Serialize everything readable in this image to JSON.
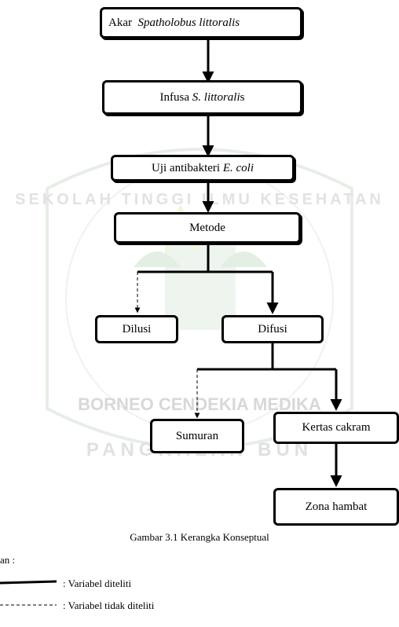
{
  "nodes": {
    "akar": {
      "prefix": "Akar  ",
      "italic": "Spatholobus littoralis"
    },
    "infusa": {
      "prefix": "Infusa ",
      "italic": "S. littorali",
      "suffix": "s"
    },
    "uji": {
      "prefix": "Uji antibakteri ",
      "italic": "E. coli"
    },
    "metode": "Metode",
    "dilusi": "Dilusi",
    "difusi": "Difusi",
    "sumuran": "Sumuran",
    "kertas": "Kertas cakram",
    "zona": "Zona hambat"
  },
  "caption": "Gambar  3.1 Kerangka Konseptual",
  "legend": {
    "title": "an :",
    "solid_label": ": Variabel diteliti",
    "dashed_label": ": Variabel tidak diteliti"
  },
  "watermark": {
    "ring_text": "SEKOLAH TINGGI ILMU KESEHATAN",
    "banner_text": "BORNEO CENDEKIA MEDIKA",
    "city_text": "PANGKALAN BUN"
  },
  "colors": {
    "line": "#000000",
    "watermark": "#d9e6d9"
  }
}
